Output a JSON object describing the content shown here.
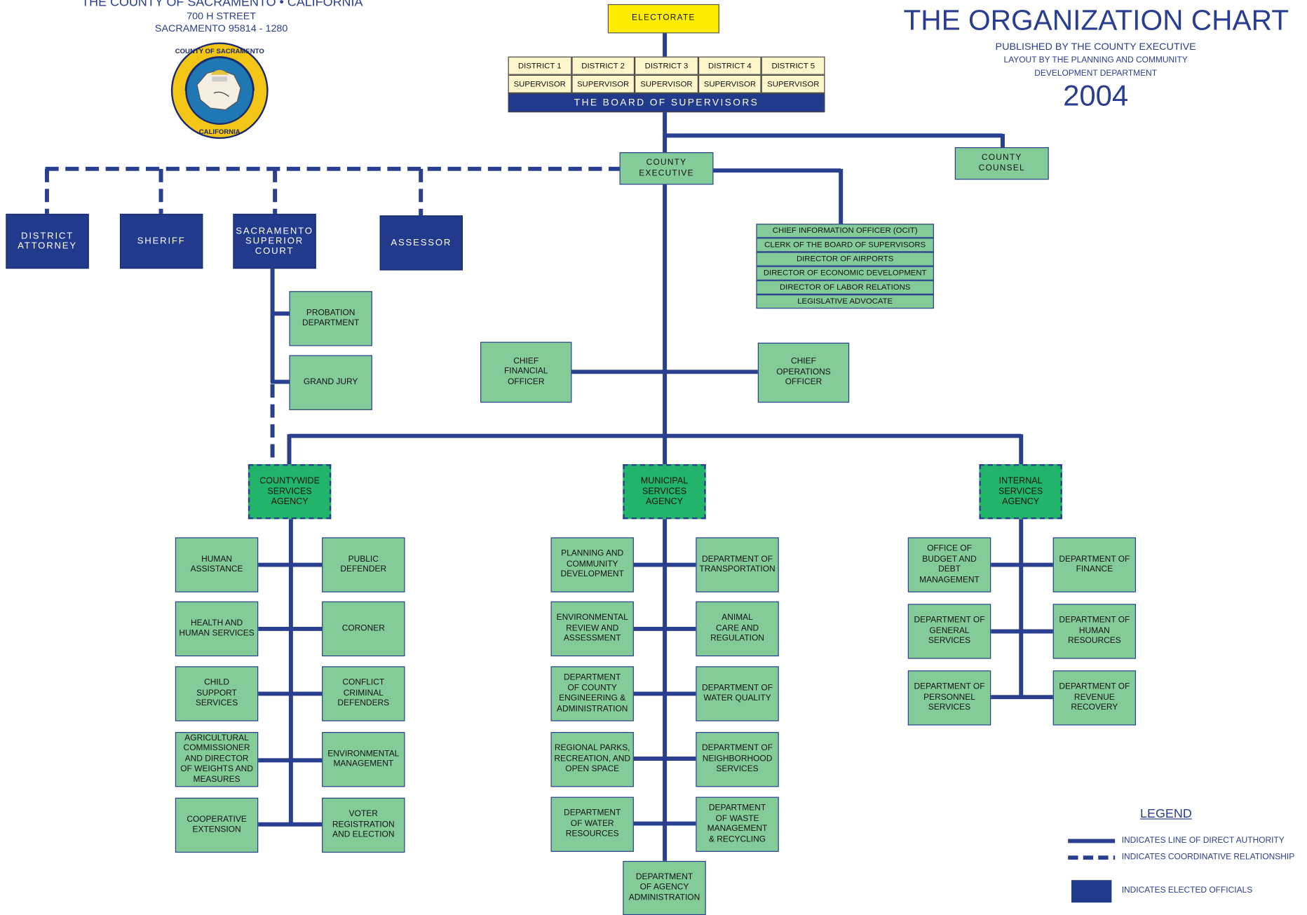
{
  "header_left": {
    "county_line": "THE COUNTY OF SACRAMENTO • CALIFORNIA",
    "street": "700 H STREET",
    "city": "SACRAMENTO 95814 - 1280",
    "seal_top": "COUNTY OF SACRAMENTO",
    "seal_bottom": "CALIFORNIA"
  },
  "header_right": {
    "title": "THE ORGANIZATION CHART",
    "published": "PUBLISHED BY THE COUNTY EXECUTIVE",
    "layout_line1": "LAYOUT BY THE PLANNING AND COMMUNITY",
    "layout_line2": "DEVELOPMENT DEPARTMENT",
    "year": "2004"
  },
  "electorate": "ELECTORATE",
  "board": {
    "districts": [
      "DISTRICT 1",
      "DISTRICT 2",
      "DISTRICT 3",
      "DISTRICT 4",
      "DISTRICT 5"
    ],
    "role": "SUPERVISOR",
    "title": "THE BOARD OF SUPERVISORS"
  },
  "county_executive": "COUNTY\nEXECUTIVE",
  "county_counsel": "COUNTY\nCOUNSEL",
  "elected": {
    "district_attorney": "DISTRICT\nATTORNEY",
    "sheriff": "SHERIFF",
    "superior_court": "SACRAMENTO\nSUPERIOR\nCOURT",
    "assessor": "ASSESSOR"
  },
  "court_units": {
    "probation": "PROBATION\nDEPARTMENT",
    "grand_jury": "GRAND JURY"
  },
  "executive_offices": [
    "CHIEF INFORMATION OFFICER (OCIT)",
    "CLERK OF THE BOARD OF SUPERVISORS",
    "DIRECTOR OF AIRPORTS",
    "DIRECTOR OF ECONOMIC DEVELOPMENT",
    "DIRECTOR OF LABOR RELATIONS",
    "LEGISLATIVE ADVOCATE"
  ],
  "cfo": "CHIEF\nFINANCIAL\nOFFICER",
  "coo": "CHIEF\nOPERATIONS\nOFFICER",
  "agencies": {
    "countywide": {
      "name": "COUNTYWIDE\nSERVICES\nAGENCY",
      "left": [
        "HUMAN\nASSISTANCE",
        "HEALTH AND\nHUMAN SERVICES",
        "CHILD\nSUPPORT\nSERVICES",
        "AGRICULTURAL\nCOMMISSIONER\nAND DIRECTOR\nOF WEIGHTS AND\nMEASURES",
        "COOPERATIVE\nEXTENSION"
      ],
      "right": [
        "PUBLIC\nDEFENDER",
        "CORONER",
        "CONFLICT\nCRIMINAL\nDEFENDERS",
        "ENVIRONMENTAL\nMANAGEMENT",
        "VOTER\nREGISTRATION\nAND ELECTION"
      ]
    },
    "municipal": {
      "name": "MUNICIPAL\nSERVICES\nAGENCY",
      "left": [
        "PLANNING AND\nCOMMUNITY\nDEVELOPMENT",
        "ENVIRONMENTAL\nREVIEW AND\nASSESSMENT",
        "DEPARTMENT\nOF COUNTY\nENGINEERING &\nADMINISTRATION",
        "REGIONAL PARKS,\nRECREATION, AND\nOPEN SPACE",
        "DEPARTMENT\nOF WATER\nRESOURCES"
      ],
      "right": [
        "DEPARTMENT OF\nTRANSPORTATION",
        "ANIMAL\nCARE AND\nREGULATION",
        "DEPARTMENT OF\nWATER QUALITY",
        "DEPARTMENT OF\nNEIGHBORHOOD\nSERVICES",
        "DEPARTMENT\nOF WASTE\nMANAGEMENT\n& RECYCLING"
      ],
      "bottom": "DEPARTMENT\nOF AGENCY\nADMINISTRATION"
    },
    "internal": {
      "name": "INTERNAL\nSERVICES\nAGENCY",
      "left": [
        "OFFICE OF\nBUDGET AND\nDEBT\nMANAGEMENT",
        "DEPARTMENT OF\nGENERAL\nSERVICES",
        "DEPARTMENT OF\nPERSONNEL\nSERVICES"
      ],
      "right": [
        "DEPARTMENT OF\nFINANCE",
        "DEPARTMENT OF\nHUMAN\nRESOURCES",
        "DEPARTMENT OF\nREVENUE\nRECOVERY"
      ]
    }
  },
  "legend": {
    "title": "LEGEND",
    "solid": "INDICATES LINE OF DIRECT AUTHORITY",
    "dashed": "INDICATES COORDINATIVE RELATIONSHIP",
    "elected": "INDICATES ELECTED OFFICIALS",
    "line_color": "#2a3f8f",
    "box_color": "#223a8c"
  }
}
